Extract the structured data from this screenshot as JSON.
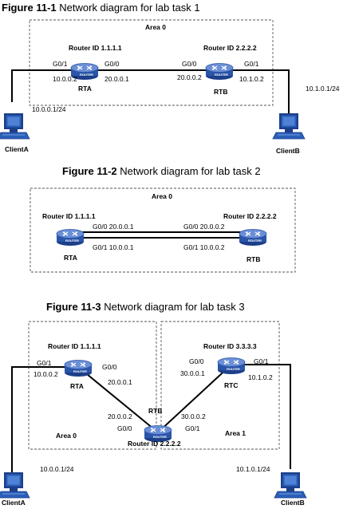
{
  "figures": [
    {
      "number": "Figure 11-1",
      "caption": "Network diagram for lab task 1",
      "area": "Area 0",
      "rta": {
        "name": "RTA",
        "router_id": "Router ID 1.1.1.1",
        "g01": "G0/1",
        "g01_ip": "10.0.0.2",
        "g00": "G0/0",
        "g00_ip": "20.0.0.1"
      },
      "rtb": {
        "name": "RTB",
        "router_id": "Router ID 2.2.2.2",
        "g00": "G0/0",
        "g00_ip": "20.0.0.2",
        "g01": "G0/1",
        "g01_ip": "10.1.0.2"
      },
      "clienta": {
        "name": "ClientA",
        "ip": "10.0.0.1/24"
      },
      "clientb": {
        "name": "ClientB",
        "ip": "10.1.0.1/24"
      }
    },
    {
      "number": "Figure 11-2",
      "caption": "Network diagram for lab task 2",
      "area": "Area 0",
      "rta": {
        "name": "RTA",
        "router_id": "Router ID 1.1.1.1"
      },
      "rtb": {
        "name": "RTB",
        "router_id": "Router ID 2.2.2.2"
      },
      "link_top": {
        "left": "G0/0 20.0.0.1",
        "right": "G0/0 20.0.0.2"
      },
      "link_bottom": {
        "left": "G0/1 10.0.0.1",
        "right": "G0/1 10.0.0.2"
      }
    },
    {
      "number": "Figure 11-3",
      "caption": "Network diagram for lab task 3",
      "area0": "Area 0",
      "area1": "Area 1",
      "rta": {
        "name": "RTA",
        "router_id": "Router ID 1.1.1.1",
        "g01": "G0/1",
        "g01_ip": "10.0.0.2",
        "g00": "G0/0",
        "g00_ip": "20.0.0.1"
      },
      "rtb": {
        "name": "RTB",
        "router_id": "Router ID 2.2.2.2",
        "g00": "G0/0",
        "g00_ip": "20.0.0.2",
        "g01": "G0/1",
        "g01_ip": "30.0.0.2"
      },
      "rtc": {
        "name": "RTC",
        "router_id": "Router ID 3.3.3.3",
        "g00": "G0/0",
        "g00_ip": "30.0.0.1",
        "g01": "G0/1",
        "g01_ip": "10.1.0.2"
      },
      "clienta": {
        "name": "ClientA",
        "ip": "10.0.0.1/24"
      },
      "clientb": {
        "name": "ClientB",
        "ip": "10.1.0.1/24"
      }
    }
  ],
  "router_badge": "ROUTER",
  "colors": {
    "router": "#2a55a8",
    "router_light": "#6b8fd6",
    "pc_screen": "#2a5fb8",
    "pc_body": "#1d3f8a",
    "dashed": "#555555",
    "line": "#000000"
  }
}
